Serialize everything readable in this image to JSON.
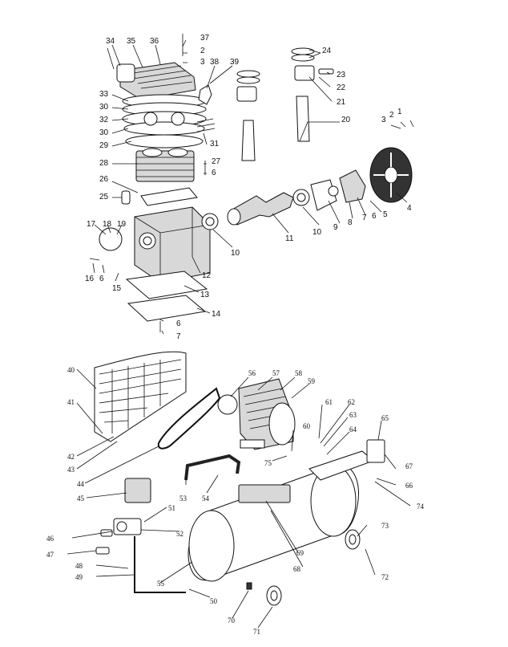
{
  "pump": {
    "labels": [
      "34",
      "35",
      "36",
      "37",
      "2",
      "3",
      "38",
      "39",
      "24",
      "23",
      "22",
      "21",
      "20",
      "33",
      "30",
      "32",
      "30",
      "29",
      "31",
      "28",
      "27",
      "6",
      "26",
      "25",
      "17",
      "18",
      "19",
      "16",
      "6",
      "15",
      "10",
      "11",
      "10",
      "9",
      "8",
      "7",
      "6",
      "5",
      "4",
      "3",
      "2",
      "1",
      "12",
      "13",
      "14",
      "6",
      "7"
    ]
  },
  "tank": {
    "labels": [
      "40",
      "41",
      "42",
      "43",
      "44",
      "56",
      "57",
      "58",
      "59",
      "60",
      "61",
      "62",
      "63",
      "64",
      "65",
      "75",
      "66",
      "67",
      "74",
      "45",
      "53",
      "54",
      "51",
      "46",
      "52",
      "47",
      "48",
      "49",
      "55",
      "69",
      "68",
      "73",
      "72",
      "50",
      "70",
      "71"
    ]
  }
}
